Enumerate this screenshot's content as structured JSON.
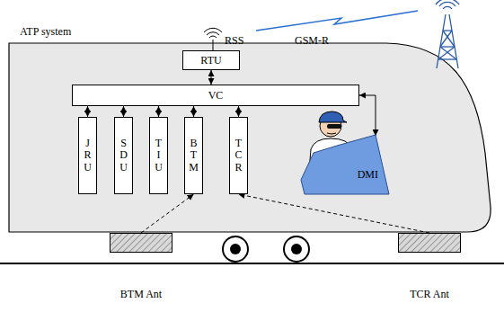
{
  "diagram": {
    "nodes": [
      {
        "text": [
          "RTU"
        ]
      },
      {
        "text": [
          "VC"
        ]
      },
      {
        "text": [
          "JRU"
        ]
      },
      {
        "text": [
          "SDU"
        ]
      },
      {
        "text": [
          "TIU"
        ]
      },
      {
        "text": [
          "BTM"
        ]
      },
      {
        "text": [
          "TCR"
        ]
      },
      {
        "text": [
          "DMI"
        ]
      },
      {
        "text": [
          "BTM Ant"
        ]
      },
      {
        "text": [
          "TCR Ant"
        ]
      }
    ],
    "edges": [
      {
        "from": 0,
        "to": 1,
        "arrow": "both"
      },
      {
        "from": 1,
        "to": 2,
        "arrow": "both"
      },
      {
        "from": 1,
        "to": 3,
        "arrow": "both"
      },
      {
        "from": 1,
        "to": 4,
        "arrow": "both"
      },
      {
        "from": 1,
        "to": 5,
        "arrow": "both"
      },
      {
        "from": 1,
        "to": 6,
        "arrow": "both"
      },
      {
        "from": 1,
        "to": 7,
        "arrow": "both"
      },
      {
        "from": 8,
        "to": 5,
        "arrow": "to"
      },
      {
        "from": 9,
        "to": 6,
        "arrow": "to"
      }
    ],
    "labels": [
      "ATP system",
      "RSS",
      "GSM-R"
    ]
  }
}
